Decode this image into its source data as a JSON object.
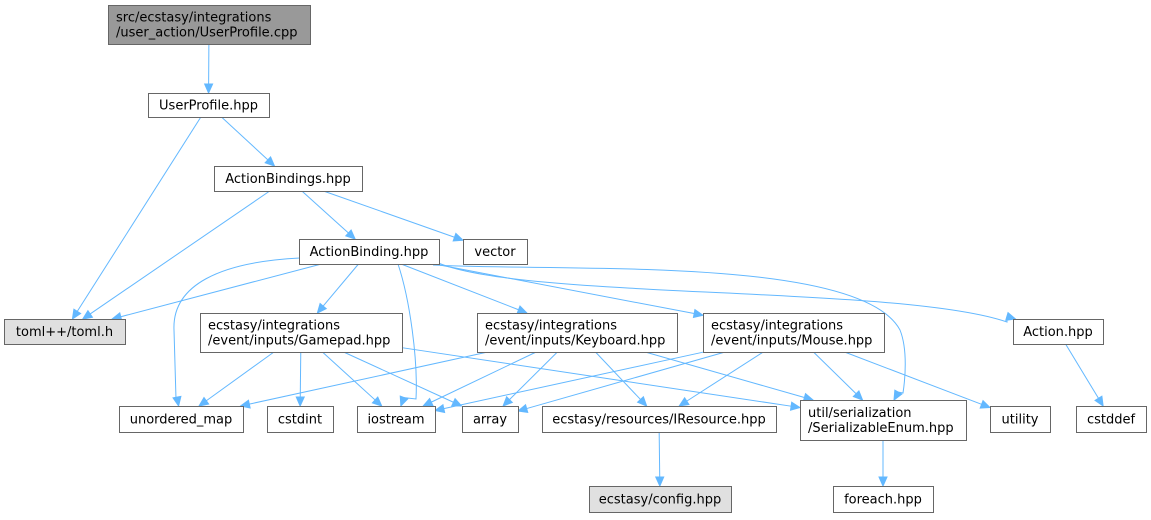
{
  "colors": {
    "edge": "#63b8ff",
    "node_fill": "#ffffff",
    "node_root_fill": "#999999",
    "node_external_fill": "#e0e0e0",
    "node_border": "#666666"
  },
  "nodes": {
    "root": {
      "lines": [
        "src/ecstasy/integrations",
        "/user_action/UserProfile.cpp"
      ],
      "kind": "root"
    },
    "userprofile": {
      "lines": [
        "UserProfile.hpp"
      ],
      "kind": "normal"
    },
    "actionbindings": {
      "lines": [
        "ActionBindings.hpp"
      ],
      "kind": "normal"
    },
    "actionbinding": {
      "lines": [
        "ActionBinding.hpp"
      ],
      "kind": "normal"
    },
    "vector": {
      "lines": [
        "vector"
      ],
      "kind": "normal"
    },
    "toml": {
      "lines": [
        "toml++/toml.h"
      ],
      "kind": "external"
    },
    "gamepad": {
      "lines": [
        "ecstasy/integrations",
        "/event/inputs/Gamepad.hpp"
      ],
      "kind": "normal"
    },
    "keyboard": {
      "lines": [
        "ecstasy/integrations",
        "/event/inputs/Keyboard.hpp"
      ],
      "kind": "normal"
    },
    "mouse": {
      "lines": [
        "ecstasy/integrations",
        "/event/inputs/Mouse.hpp"
      ],
      "kind": "normal"
    },
    "action": {
      "lines": [
        "Action.hpp"
      ],
      "kind": "normal"
    },
    "unordered_map": {
      "lines": [
        "unordered_map"
      ],
      "kind": "normal"
    },
    "cstdint": {
      "lines": [
        "cstdint"
      ],
      "kind": "normal"
    },
    "iostream": {
      "lines": [
        "iostream"
      ],
      "kind": "normal"
    },
    "array": {
      "lines": [
        "array"
      ],
      "kind": "normal"
    },
    "iresource": {
      "lines": [
        "ecstasy/resources/IResource.hpp"
      ],
      "kind": "normal"
    },
    "serializable": {
      "lines": [
        "util/serialization",
        "/SerializableEnum.hpp"
      ],
      "kind": "normal"
    },
    "utility": {
      "lines": [
        "utility"
      ],
      "kind": "normal"
    },
    "cstddef": {
      "lines": [
        "cstddef"
      ],
      "kind": "normal"
    },
    "config": {
      "lines": [
        "ecstasy/config.hpp"
      ],
      "kind": "external"
    },
    "foreach": {
      "lines": [
        "foreach.hpp"
      ],
      "kind": "normal"
    }
  },
  "edges": [
    [
      "root",
      "userprofile"
    ],
    [
      "userprofile",
      "actionbindings"
    ],
    [
      "userprofile",
      "toml"
    ],
    [
      "actionbindings",
      "actionbinding"
    ],
    [
      "actionbindings",
      "vector"
    ],
    [
      "actionbindings",
      "toml"
    ],
    [
      "actionbinding",
      "toml"
    ],
    [
      "actionbinding",
      "gamepad"
    ],
    [
      "actionbinding",
      "keyboard"
    ],
    [
      "actionbinding",
      "mouse"
    ],
    [
      "actionbinding",
      "action"
    ],
    [
      "actionbinding",
      "unordered_map"
    ],
    [
      "actionbinding",
      "iostream"
    ],
    [
      "actionbinding",
      "serializable"
    ],
    [
      "gamepad",
      "unordered_map"
    ],
    [
      "gamepad",
      "cstdint"
    ],
    [
      "gamepad",
      "iostream"
    ],
    [
      "gamepad",
      "array"
    ],
    [
      "gamepad",
      "serializable"
    ],
    [
      "keyboard",
      "unordered_map"
    ],
    [
      "keyboard",
      "iostream"
    ],
    [
      "keyboard",
      "array"
    ],
    [
      "keyboard",
      "iresource"
    ],
    [
      "keyboard",
      "serializable"
    ],
    [
      "mouse",
      "iostream"
    ],
    [
      "mouse",
      "array"
    ],
    [
      "mouse",
      "iresource"
    ],
    [
      "mouse",
      "serializable"
    ],
    [
      "mouse",
      "utility"
    ],
    [
      "action",
      "cstddef"
    ],
    [
      "iresource",
      "config"
    ],
    [
      "serializable",
      "foreach"
    ]
  ]
}
